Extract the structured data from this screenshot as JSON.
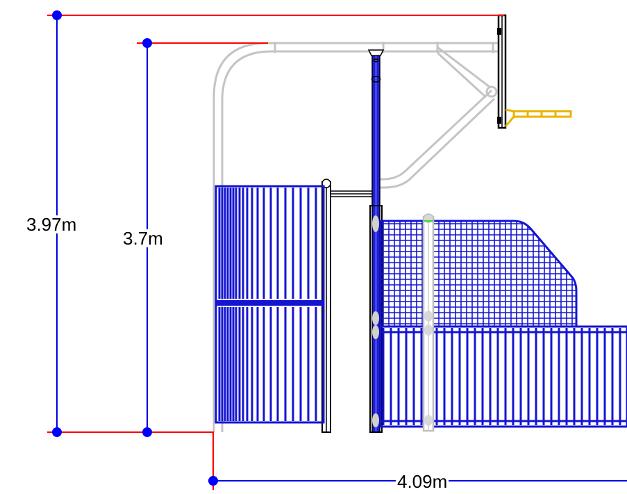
{
  "dimensions": {
    "overall_height": "3.97m",
    "rim_height": "3.7m",
    "overall_depth": "4.09m"
  },
  "colors": {
    "dimension_line": "#ff0000",
    "dimension_measure": "#0000e6",
    "dimension_dot": "#0000ff",
    "padding_frame": "#1414d2",
    "steel_frame": "#c8c8c8",
    "rim": "#e8b400",
    "backboard": "#000000"
  }
}
